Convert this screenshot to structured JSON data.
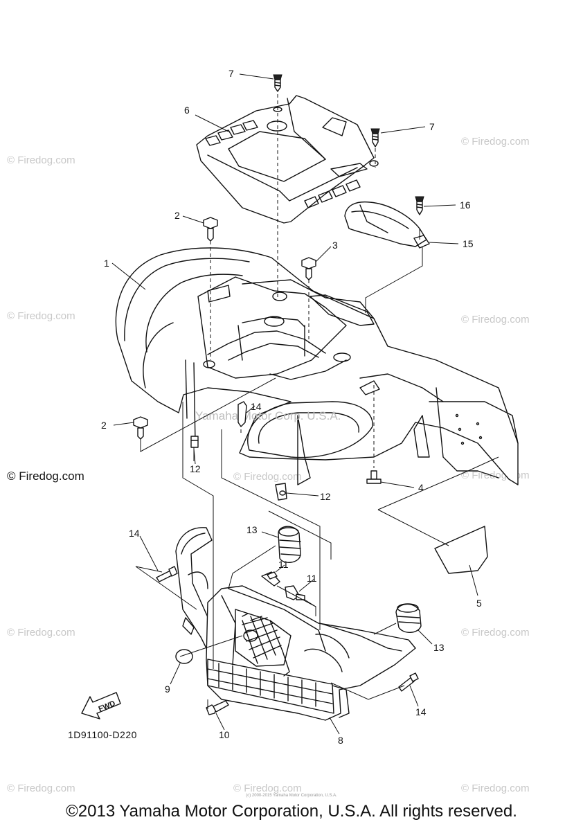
{
  "diagram": {
    "callouts": [
      "1",
      "2",
      "2",
      "3",
      "4",
      "5",
      "6",
      "7",
      "7",
      "8",
      "9",
      "10",
      "11",
      "11",
      "12",
      "12",
      "13",
      "13",
      "14",
      "14",
      "14",
      "15",
      "16"
    ],
    "figure_code": "1D91100-D220",
    "direction_label": "FWD",
    "stamp": "Yamaha Motor Corp. U.S.A."
  },
  "watermarks": {
    "text": "© Firedog.com"
  },
  "footer": {
    "copyright": "©2013 Yamaha Motor Corporation, U.S.A. All rights reserved.",
    "fine_print": "(c) 2000-2015 Yamaha Motor Corporation, U.S.A."
  }
}
